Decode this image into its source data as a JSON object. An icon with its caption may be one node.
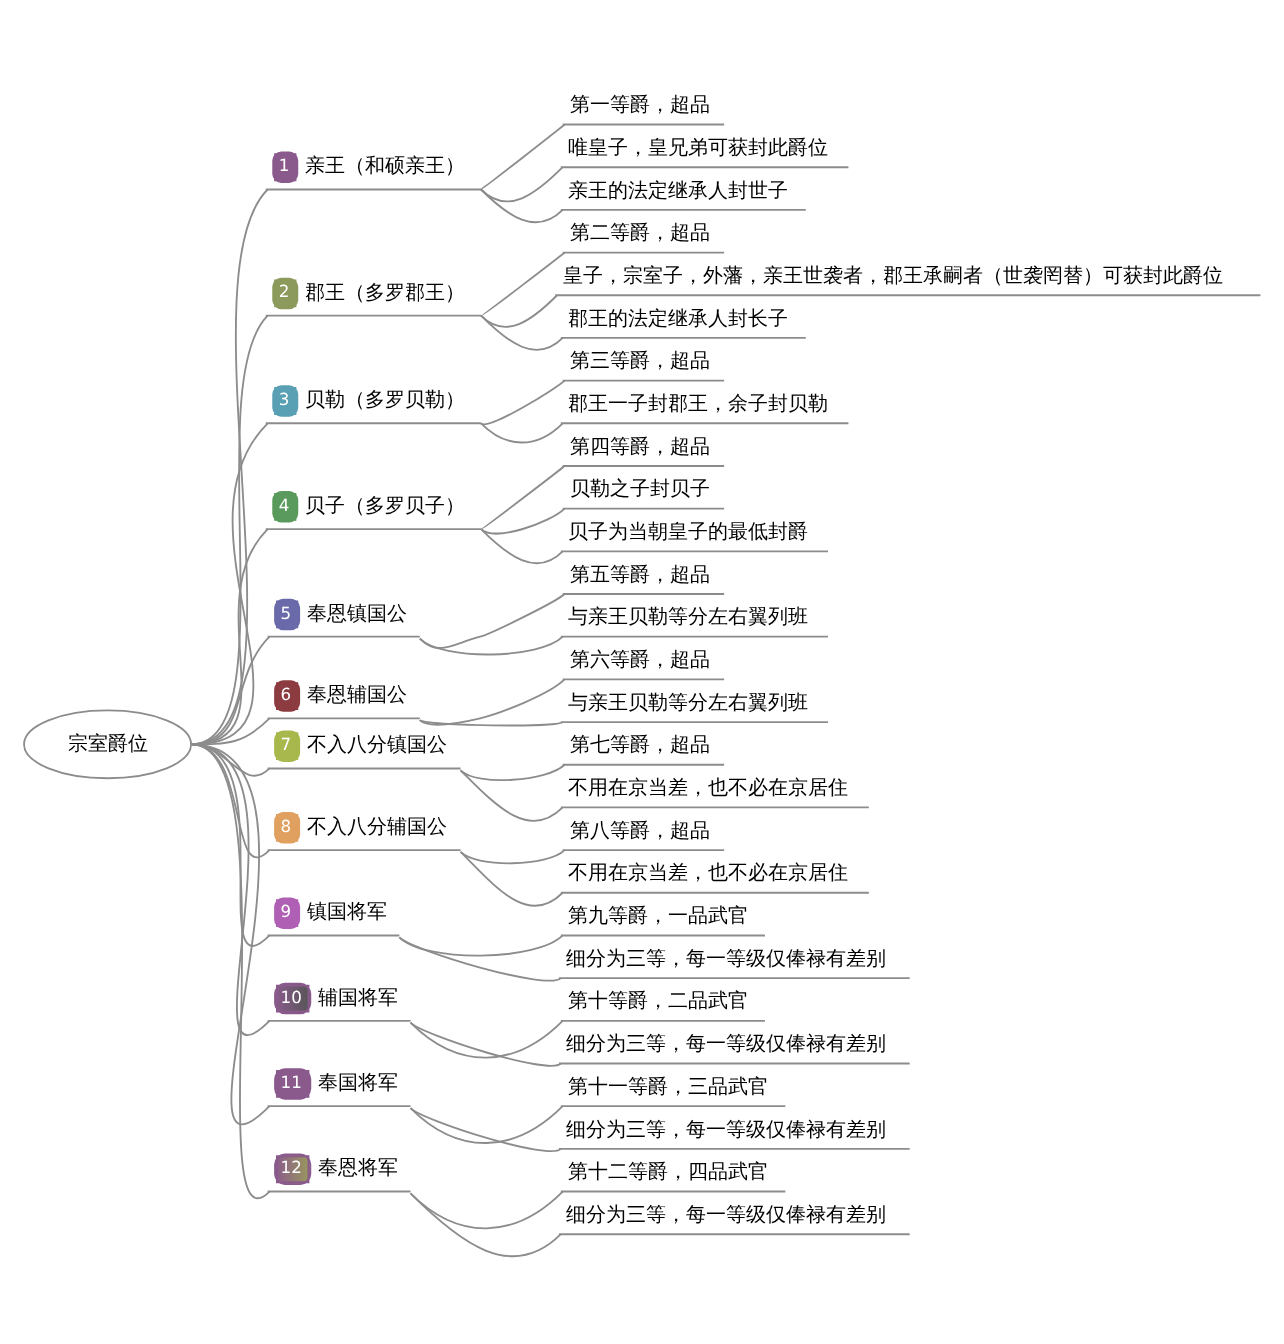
{
  "diagram": {
    "nodes": [
      {
        "text": [
          "宗室爵位"
        ]
      },
      {
        "text": [
          "1",
          "亲王（和硕亲王）"
        ]
      },
      {
        "text": [
          "第一等爵，超品"
        ]
      },
      {
        "text": [
          "唯皇子，皇兄弟可获封此爵位"
        ]
      },
      {
        "text": [
          "亲王的法定继承人封世子"
        ]
      },
      {
        "text": [
          "2",
          "郡王（多罗郡王）"
        ]
      },
      {
        "text": [
          "第二等爵，超品"
        ]
      },
      {
        "text": [
          "皇子，宗室子，外藩，亲王世袭者，郡王承嗣者（世袭罔替）可获封此爵位"
        ]
      },
      {
        "text": [
          "郡王的法定继承人封长子"
        ]
      },
      {
        "text": [
          "3",
          "贝勒（多罗贝勒）"
        ]
      },
      {
        "text": [
          "第三等爵，超品"
        ]
      },
      {
        "text": [
          "郡王一子封郡王，余子封贝勒"
        ]
      },
      {
        "text": [
          "4",
          "贝子（多罗贝子）"
        ]
      },
      {
        "text": [
          "第四等爵，超品"
        ]
      },
      {
        "text": [
          "贝勒之子封贝子"
        ]
      },
      {
        "text": [
          "贝子为当朝皇子的最低封爵"
        ]
      },
      {
        "text": [
          "5",
          "奉恩镇国公"
        ]
      },
      {
        "text": [
          "第五等爵，超品"
        ]
      },
      {
        "text": [
          "与亲王贝勒等分左右翼列班"
        ]
      },
      {
        "text": [
          "6",
          "奉恩辅国公"
        ]
      },
      {
        "text": [
          "第六等爵，超品"
        ]
      },
      {
        "text": [
          "与亲王贝勒等分左右翼列班"
        ]
      },
      {
        "text": [
          "7",
          "不入八分镇国公"
        ]
      },
      {
        "text": [
          "第七等爵，超品"
        ]
      },
      {
        "text": [
          "不用在京当差，也不必在京居住"
        ]
      },
      {
        "text": [
          "8",
          "不入八分辅国公"
        ]
      },
      {
        "text": [
          "第八等爵，超品"
        ]
      },
      {
        "text": [
          "不用在京当差，也不必在京居住"
        ]
      },
      {
        "text": [
          "9",
          "镇国将军"
        ]
      },
      {
        "text": [
          "第九等爵，一品武官"
        ]
      },
      {
        "text": [
          "细分为三等，每一等级仅俸禄有差别"
        ]
      },
      {
        "text": [
          "10",
          "辅国将军"
        ]
      },
      {
        "text": [
          "第十等爵，二品武官"
        ]
      },
      {
        "text": [
          "细分为三等，每一等级仅俸禄有差别"
        ]
      },
      {
        "text": [
          "11",
          "奉国将军"
        ]
      },
      {
        "text": [
          "第十一等爵，三品武官"
        ]
      },
      {
        "text": [
          "细分为三等，每一等级仅俸禄有差别"
        ]
      },
      {
        "text": [
          "12",
          "奉恩将军"
        ]
      },
      {
        "text": [
          "第十二等爵，四品武官"
        ]
      },
      {
        "text": [
          "细分为三等，每一等级仅俸禄有差别"
        ]
      }
    ],
    "edges": [
      {
        "from": 0,
        "to": 1,
        "arrow": "none"
      },
      {
        "from": 1,
        "to": 2,
        "arrow": "none"
      },
      {
        "from": 1,
        "to": 3,
        "arrow": "none"
      },
      {
        "from": 1,
        "to": 4,
        "arrow": "none"
      },
      {
        "from": 0,
        "to": 5,
        "arrow": "none"
      },
      {
        "from": 5,
        "to": 6,
        "arrow": "none"
      },
      {
        "from": 5,
        "to": 7,
        "arrow": "none"
      },
      {
        "from": 5,
        "to": 8,
        "arrow": "none"
      },
      {
        "from": 0,
        "to": 9,
        "arrow": "none"
      },
      {
        "from": 9,
        "to": 10,
        "arrow": "none"
      },
      {
        "from": 9,
        "to": 11,
        "arrow": "none"
      },
      {
        "from": 0,
        "to": 12,
        "arrow": "none"
      },
      {
        "from": 12,
        "to": 13,
        "arrow": "none"
      },
      {
        "from": 12,
        "to": 14,
        "arrow": "none"
      },
      {
        "from": 12,
        "to": 15,
        "arrow": "none"
      },
      {
        "from": 0,
        "to": 16,
        "arrow": "none"
      },
      {
        "from": 16,
        "to": 17,
        "arrow": "none"
      },
      {
        "from": 16,
        "to": 18,
        "arrow": "none"
      },
      {
        "from": 0,
        "to": 19,
        "arrow": "none"
      },
      {
        "from": 19,
        "to": 20,
        "arrow": "none"
      },
      {
        "from": 19,
        "to": 21,
        "arrow": "none"
      },
      {
        "from": 0,
        "to": 22,
        "arrow": "none"
      },
      {
        "from": 22,
        "to": 23,
        "arrow": "none"
      },
      {
        "from": 22,
        "to": 24,
        "arrow": "none"
      },
      {
        "from": 0,
        "to": 25,
        "arrow": "none"
      },
      {
        "from": 25,
        "to": 26,
        "arrow": "none"
      },
      {
        "from": 25,
        "to": 27,
        "arrow": "none"
      },
      {
        "from": 0,
        "to": 28,
        "arrow": "none"
      },
      {
        "from": 28,
        "to": 29,
        "arrow": "none"
      },
      {
        "from": 28,
        "to": 30,
        "arrow": "none"
      },
      {
        "from": 0,
        "to": 31,
        "arrow": "none"
      },
      {
        "from": 31,
        "to": 32,
        "arrow": "none"
      },
      {
        "from": 31,
        "to": 33,
        "arrow": "none"
      },
      {
        "from": 0,
        "to": 34,
        "arrow": "none"
      },
      {
        "from": 34,
        "to": 35,
        "arrow": "none"
      },
      {
        "from": 34,
        "to": 36,
        "arrow": "none"
      },
      {
        "from": 0,
        "to": 37,
        "arrow": "none"
      },
      {
        "from": 37,
        "to": 38,
        "arrow": "none"
      },
      {
        "from": 37,
        "to": 39,
        "arrow": "none"
      }
    ]
  }
}
